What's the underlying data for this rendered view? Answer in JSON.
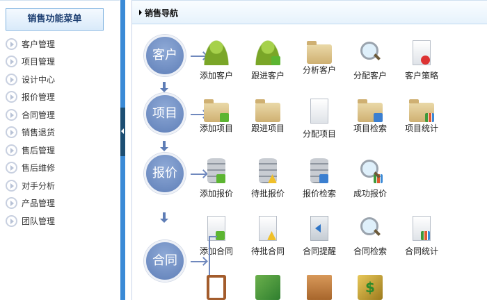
{
  "sidebar": {
    "title": "销售功能菜单",
    "items": [
      "客户管理",
      "项目管理",
      "设计中心",
      "报价管理",
      "合同管理",
      "销售退货",
      "售后管理",
      "售后维修",
      "对手分析",
      "产品管理",
      "团队管理"
    ]
  },
  "header": {
    "title": "销售导航"
  },
  "flow": {
    "customer": {
      "label": "客户",
      "items": [
        "添加客户",
        "跟进客户",
        "分析客户",
        "分配客户",
        "客户策略"
      ]
    },
    "project": {
      "label": "项目",
      "items": [
        "添加项目",
        "跟进项目",
        "分配项目",
        "项目检索",
        "项目统计"
      ]
    },
    "quote": {
      "label": "报价",
      "items": [
        "添加报价",
        "待批报价",
        "报价检索",
        "成功报价"
      ]
    },
    "contract": {
      "label": "合同",
      "items": [
        "添加合同",
        "待批合同",
        "合同提醒",
        "合同检索",
        "合同统计"
      ]
    }
  }
}
